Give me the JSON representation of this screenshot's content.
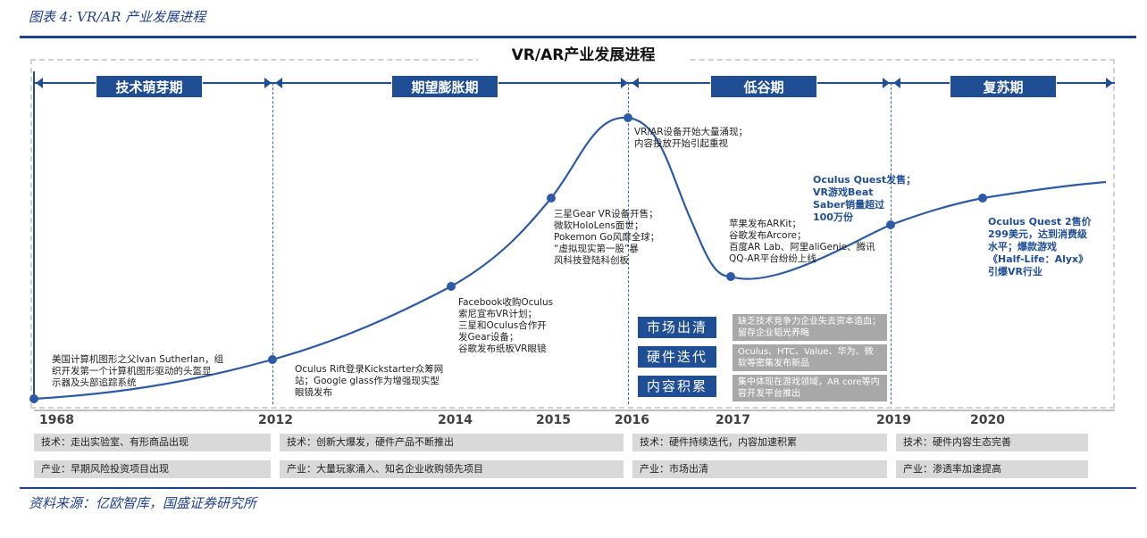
{
  "header": {
    "caption": "图表 4: VR/AR 产业发展进程"
  },
  "footer": {
    "caption": "资料来源：亿欧智库，国盛证券研究所"
  },
  "chart": {
    "title": "VR/AR产业发展进程"
  },
  "phases": [
    "技术萌芽期",
    "期望膨胀期",
    "低谷期",
    "复苏期"
  ],
  "years": [
    "1968",
    "2012",
    "2014",
    "2015",
    "2016",
    "2017",
    "2019",
    "2020"
  ],
  "events": {
    "e1968": [
      "美国计算机图形之父Ivan Sutherlan，组",
      "织开发第一个计算机图形驱动的头盔显",
      "示器及头部追踪系统"
    ],
    "e2012": [
      "Oculus Rift登录Kickstarter众筹网",
      "站；Google glass作为增强现实型",
      "眼镜发布"
    ],
    "e2014": [
      "Facebook收购Oculus",
      "索尼宣布VR计划；",
      "三星和Oculus合作开",
      "发Gear设备；",
      "谷歌发布纸板VR眼镜"
    ],
    "e2015": [
      "三星Gear VR设备开售；",
      "微软HoloLens面世；",
      "Pokemon Go风靡全球；",
      "“虚拟现实第一股”暴",
      "风科技登陆科创板"
    ],
    "e2016": [
      "VR/AR设备开始大量涌现；",
      "内容投放开始引起重视"
    ],
    "e2017": [
      "苹果发布ARKit；",
      "谷歌发布Arcore；",
      "百度AR Lab、阿里aliGenie、腾讯",
      "QQ-AR平台纷纷上线"
    ],
    "e2019": [
      "Oculus Quest发售；",
      "VR游戏Beat",
      "Saber销量超过",
      "100万份"
    ],
    "e2020": [
      "Oculus Quest 2售价",
      "299美元，达到消费级",
      "水平；爆款游戏",
      "《Half-Life：Alyx》",
      "引爆VR行业"
    ]
  },
  "badges": [
    {
      "label": "市场出清",
      "desc": "缺乏技术竞争力企业失去资本造血；留存企业韬光养晦"
    },
    {
      "label": "硬件迭代",
      "desc": "Oculus、HTC、Value、华为、微软等密集发布新品"
    },
    {
      "label": "内容积累",
      "desc": "集中体现在游戏领域，AR core等内容开发平台推出"
    }
  ],
  "tech_row": [
    "技术：走出实验室、有形商品出现",
    "技术：创新大爆发，硬件产品不断推出",
    "技术：硬件持续迭代，内容加速积累",
    "技术：硬件内容生态完善"
  ],
  "industry_row": [
    "产业：早期风险投资项目出现",
    "产业：大量玩家涌入、知名企业收购领先项目",
    "产业：市场出清",
    "产业：渗透率加速提高"
  ],
  "colors": {
    "accent": "#1f4e95",
    "curve": "#2d5aa6",
    "strip": "#d9d9d9",
    "grey_box": "#a8a8a8"
  }
}
